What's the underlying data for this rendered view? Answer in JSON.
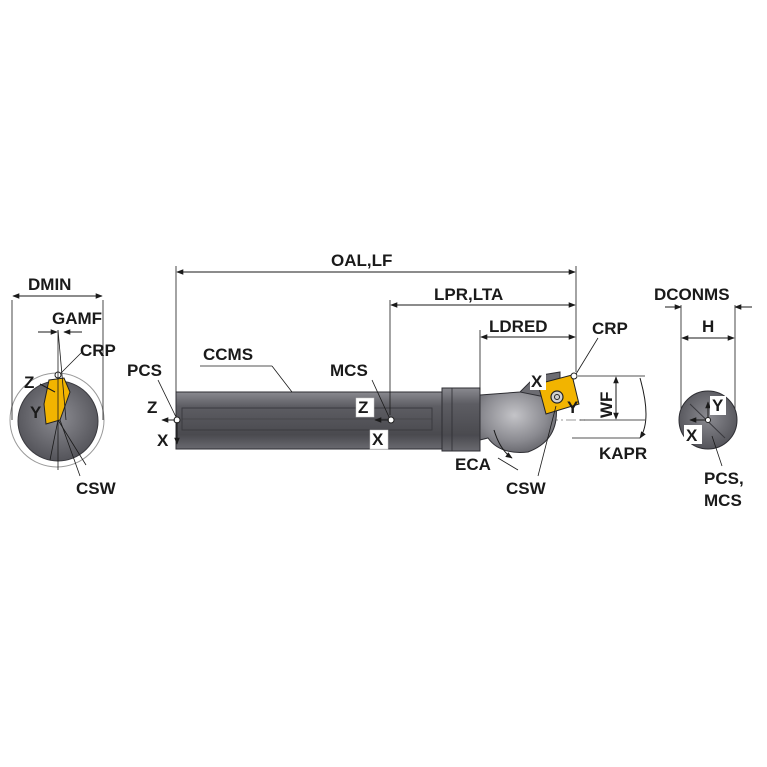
{
  "labels": {
    "dmin": "DMIN",
    "gamf": "GAMF",
    "crp_left": "CRP",
    "csw_left": "CSW",
    "z_left": "Z",
    "y_left": "Y",
    "oal_lf": "OAL,LF",
    "lpr_lta": "LPR,LTA",
    "ldred": "LDRED",
    "crp_right": "CRP",
    "pcs": "PCS",
    "ccms": "CCMS",
    "mcs": "MCS",
    "z_pcs": "Z",
    "x_pcs": "X",
    "z_mcs": "Z",
    "x_mcs": "X",
    "x_tip": "X",
    "y_tip": "Y",
    "wf": "WF",
    "kapr": "KAPR",
    "eca": "ECA",
    "csw_right": "CSW",
    "dconms": "DCONMS",
    "h": "H",
    "y_end": "Y",
    "x_end": "X",
    "pcs_mcs_line1": "PCS,",
    "pcs_mcs_line2": "MCS"
  },
  "colors": {
    "body_dark": "#55555a",
    "body_mid": "#7a7a80",
    "body_light": "#a8a8ae",
    "insert": "#f2b400",
    "line": "#1a1a1a"
  }
}
